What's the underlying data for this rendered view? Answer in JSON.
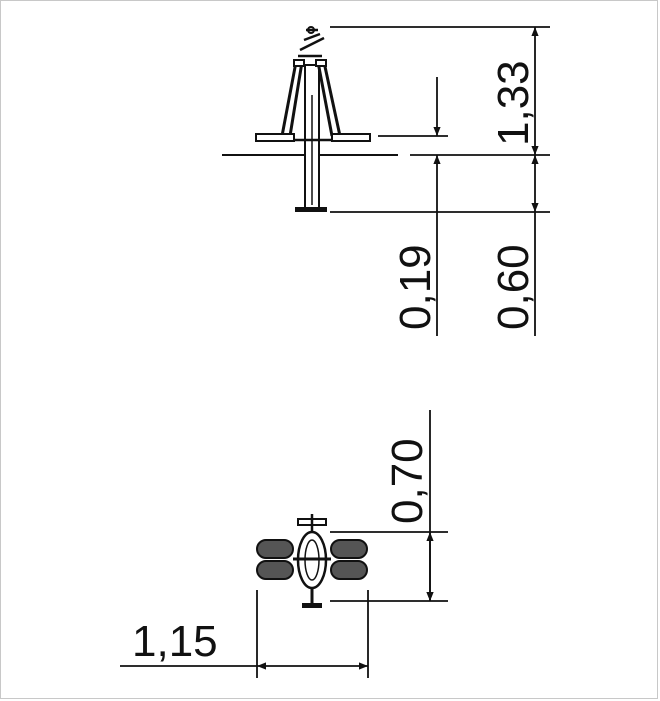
{
  "colors": {
    "line": "#111111",
    "frame": "#c8c8c8",
    "background": "#ffffff"
  },
  "side_view": {
    "dims": {
      "total_height": "1,33",
      "small_offset": "0,19",
      "footing_depth": "0,60"
    }
  },
  "plan_view": {
    "dims": {
      "depth": "0,70",
      "width": "1,15"
    }
  }
}
